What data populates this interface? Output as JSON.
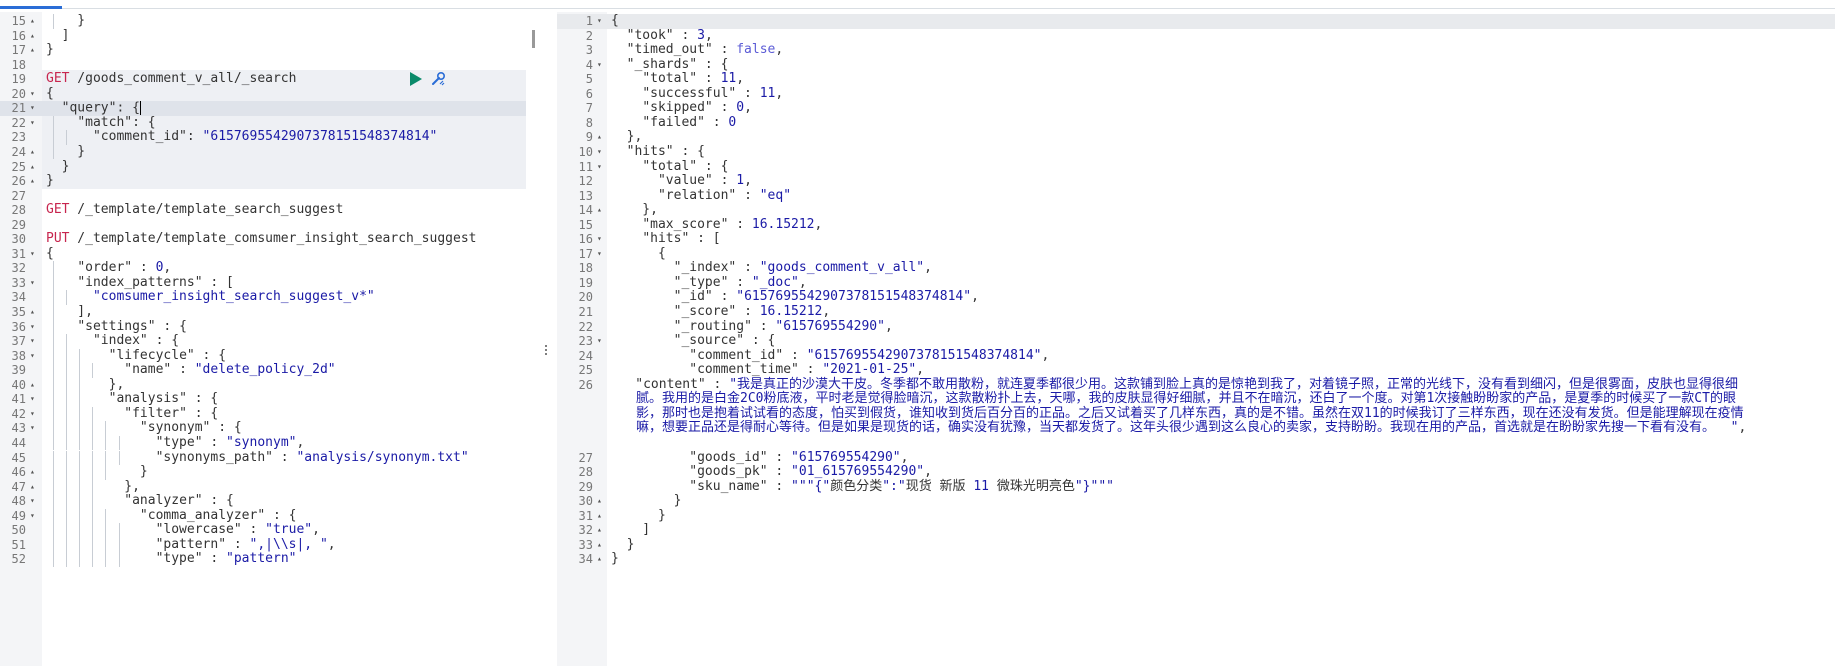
{
  "colors": {
    "method": "#c7254e",
    "string": "#1a1aa6",
    "boolean": "#5c5cd6",
    "run_button": "#0a8a6a",
    "wrench_icon": "#2a6dd6",
    "active_tab": "#2a6dd6"
  },
  "icons": {
    "run": "play-icon",
    "settings": "wrench-icon",
    "splitter": "vertical-dots-icon"
  },
  "editor": {
    "request_block": {
      "first_line": 19,
      "last_line": 26
    },
    "cursor_line": 21,
    "lines": [
      {
        "n": "15",
        "fold": true,
        "text": "    }"
      },
      {
        "n": "16",
        "fold": true,
        "text": "  ]"
      },
      {
        "n": "17",
        "fold": true,
        "text": "}"
      },
      {
        "n": "18",
        "fold": false,
        "text": ""
      },
      {
        "n": "19",
        "fold": false,
        "text": "",
        "method": "GET",
        "url": " /goods_comment_v_all/_search"
      },
      {
        "n": "20",
        "fold": true,
        "text": "{"
      },
      {
        "n": "21",
        "fold": true,
        "text": "  \"query\": {"
      },
      {
        "n": "22",
        "fold": true,
        "text": "    \"match\": {"
      },
      {
        "n": "23",
        "fold": false,
        "text": "      \"comment_id\": \"6157695542907378151548374814\""
      },
      {
        "n": "24",
        "fold": true,
        "text": "    }"
      },
      {
        "n": "25",
        "fold": true,
        "text": "  }"
      },
      {
        "n": "26",
        "fold": true,
        "text": "}"
      },
      {
        "n": "27",
        "fold": false,
        "text": ""
      },
      {
        "n": "28",
        "fold": false,
        "text": "",
        "method": "GET",
        "url": " /_template/template_search_suggest"
      },
      {
        "n": "29",
        "fold": false,
        "text": ""
      },
      {
        "n": "30",
        "fold": false,
        "text": "",
        "method": "PUT",
        "url": " /_template/template_comsumer_insight_search_suggest"
      },
      {
        "n": "31",
        "fold": true,
        "text": "{"
      },
      {
        "n": "32",
        "fold": false,
        "text": "    \"order\" : 0,"
      },
      {
        "n": "33",
        "fold": true,
        "text": "    \"index_patterns\" : ["
      },
      {
        "n": "34",
        "fold": false,
        "text": "      \"comsumer_insight_search_suggest_v*\""
      },
      {
        "n": "35",
        "fold": true,
        "text": "    ],"
      },
      {
        "n": "36",
        "fold": true,
        "text": "    \"settings\" : {"
      },
      {
        "n": "37",
        "fold": true,
        "text": "      \"index\" : {"
      },
      {
        "n": "38",
        "fold": true,
        "text": "        \"lifecycle\" : {"
      },
      {
        "n": "39",
        "fold": false,
        "text": "          \"name\" : \"delete_policy_2d\""
      },
      {
        "n": "40",
        "fold": true,
        "text": "        },"
      },
      {
        "n": "41",
        "fold": true,
        "text": "        \"analysis\" : {"
      },
      {
        "n": "42",
        "fold": true,
        "text": "          \"filter\" : {"
      },
      {
        "n": "43",
        "fold": true,
        "text": "            \"synonym\" : {"
      },
      {
        "n": "44",
        "fold": false,
        "text": "              \"type\" : \"synonym\","
      },
      {
        "n": "45",
        "fold": false,
        "text": "              \"synonyms_path\" : \"analysis/synonym.txt\""
      },
      {
        "n": "46",
        "fold": true,
        "text": "            }"
      },
      {
        "n": "47",
        "fold": true,
        "text": "          },"
      },
      {
        "n": "48",
        "fold": true,
        "text": "          \"analyzer\" : {"
      },
      {
        "n": "49",
        "fold": true,
        "text": "            \"comma_analyzer\" : {"
      },
      {
        "n": "50",
        "fold": false,
        "text": "              \"lowercase\" : \"true\","
      },
      {
        "n": "51",
        "fold": false,
        "text": "              \"pattern\" : \",|\\\\s|, \","
      },
      {
        "n": "52",
        "fold": false,
        "text": "              \"type\" : \"pattern\""
      }
    ]
  },
  "response": {
    "lines": [
      {
        "n": "1",
        "fold": true,
        "text": "{"
      },
      {
        "n": "2",
        "fold": false,
        "text": "  \"took\" : 3,"
      },
      {
        "n": "3",
        "fold": false,
        "text": "  \"timed_out\" : false,"
      },
      {
        "n": "4",
        "fold": true,
        "text": "  \"_shards\" : {"
      },
      {
        "n": "5",
        "fold": false,
        "text": "    \"total\" : 11,"
      },
      {
        "n": "6",
        "fold": false,
        "text": "    \"successful\" : 11,"
      },
      {
        "n": "7",
        "fold": false,
        "text": "    \"skipped\" : 0,"
      },
      {
        "n": "8",
        "fold": false,
        "text": "    \"failed\" : 0"
      },
      {
        "n": "9",
        "fold": true,
        "text": "  },"
      },
      {
        "n": "10",
        "fold": true,
        "text": "  \"hits\" : {"
      },
      {
        "n": "11",
        "fold": true,
        "text": "    \"total\" : {"
      },
      {
        "n": "12",
        "fold": false,
        "text": "      \"value\" : 1,"
      },
      {
        "n": "13",
        "fold": false,
        "text": "      \"relation\" : \"eq\""
      },
      {
        "n": "14",
        "fold": true,
        "text": "    },"
      },
      {
        "n": "15",
        "fold": false,
        "text": "    \"max_score\" : 16.15212,"
      },
      {
        "n": "16",
        "fold": true,
        "text": "    \"hits\" : ["
      },
      {
        "n": "17",
        "fold": true,
        "text": "      {"
      },
      {
        "n": "18",
        "fold": false,
        "text": "        \"_index\" : \"goods_comment_v_all\","
      },
      {
        "n": "19",
        "fold": false,
        "text": "        \"_type\" : \"_doc\","
      },
      {
        "n": "20",
        "fold": false,
        "text": "        \"_id\" : \"6157695542907378151548374814\","
      },
      {
        "n": "21",
        "fold": false,
        "text": "        \"_score\" : 16.15212,"
      },
      {
        "n": "22",
        "fold": false,
        "text": "        \"_routing\" : \"615769554290\","
      },
      {
        "n": "23",
        "fold": true,
        "text": "        \"_source\" : {"
      },
      {
        "n": "24",
        "fold": false,
        "text": "          \"comment_id\" : \"6157695542907378151548374814\","
      },
      {
        "n": "25",
        "fold": false,
        "text": "          \"comment_time\" : \"2021-01-25\","
      },
      {
        "n": "26",
        "fold": false,
        "text": "          \"content\" : \"我是真正的沙漠大干皮。冬季都不敢用散粉，就连夏季都很少用。这款铺到脸上真的是惊艳到我了，对着镜子照，正常的光线下，没有看到细闪，但是很雾面，皮肤也显得很细腻。我用的是白金2C0粉底液，平时老是觉得脸暗沉，这款散粉扑上去，天哪，我的皮肤显得好细腻，并且不在暗沉，还白了一个度。对第1次接触盼盼家的产品，是夏季的时候买了一款CT的眼影，那时也是抱着试试看的态度，怕买到假货，谁知收到货后百分百的正品。之后又试着买了几样东西，真的是不错。虽然在双11的时候我订了三样东西，现在还没有发货。但是能理解现在疫情嘛，想要正品还是得耐心等待。但是如果是现货的话，确实没有犹豫，当天都发货了。这年头很少遇到这么良心的卖家，支持盼盼。我现在用的产品，首选就是在盼盼家先搜一下看有没有。  \","
      },
      {
        "n": "27",
        "fold": false,
        "text": "          \"goods_id\" : \"615769554290\","
      },
      {
        "n": "28",
        "fold": false,
        "text": "          \"goods_pk\" : \"01_615769554290\","
      },
      {
        "n": "29",
        "fold": false,
        "text": "          \"sku_name\" : \"\"\"{\"颜色分类\":\"现货 新版 11 微珠光明亮色\"}\"\"\""
      },
      {
        "n": "30",
        "fold": true,
        "text": "        }"
      },
      {
        "n": "31",
        "fold": true,
        "text": "      }"
      },
      {
        "n": "32",
        "fold": true,
        "text": "    ]"
      },
      {
        "n": "33",
        "fold": true,
        "text": "  }"
      },
      {
        "n": "34",
        "fold": true,
        "text": "}"
      }
    ]
  }
}
